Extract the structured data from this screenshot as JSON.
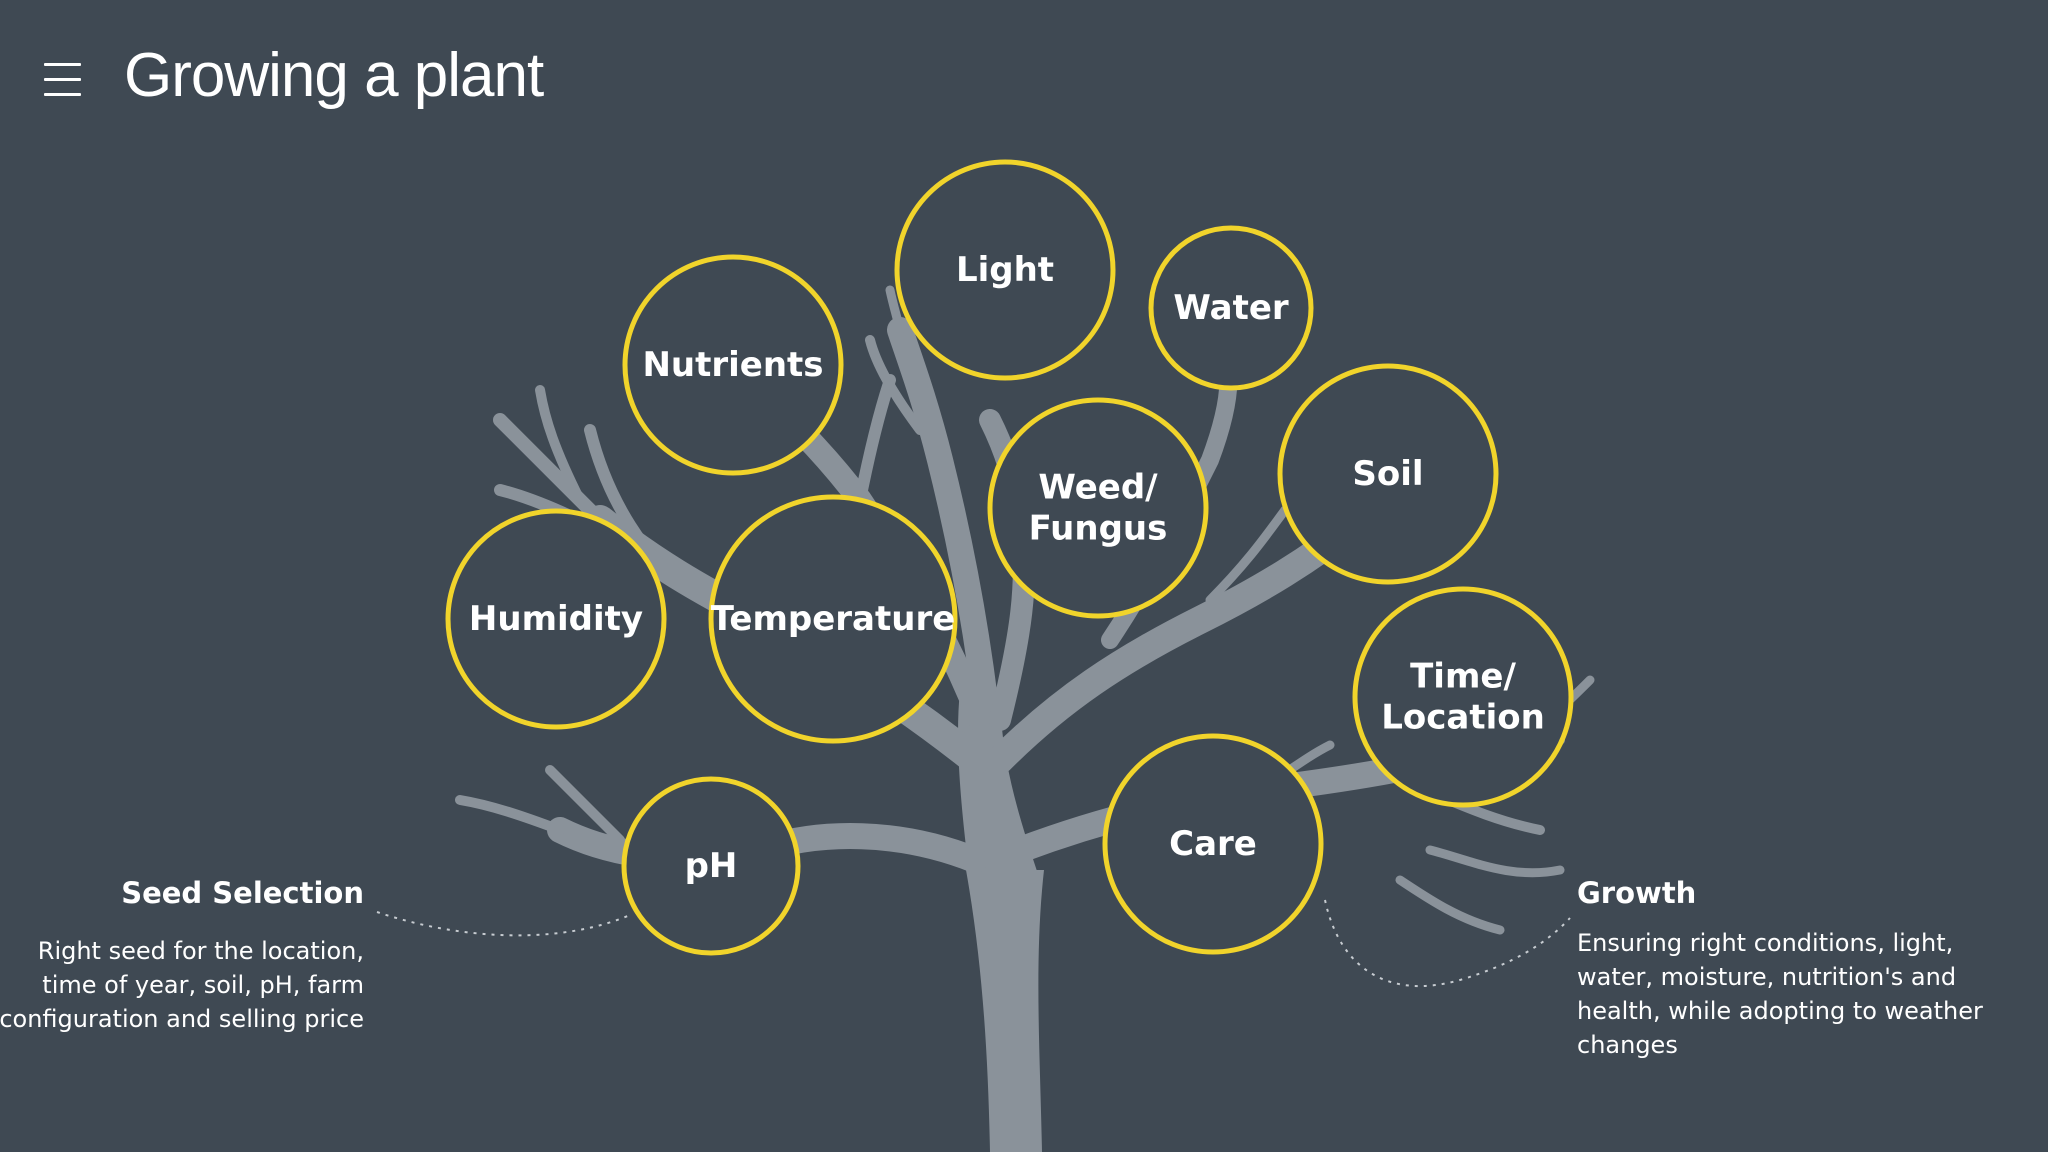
{
  "header": {
    "menu_icon": "hamburger-menu-icon",
    "title": "Growing a plant"
  },
  "diagram": {
    "colors": {
      "background": "#3f4953",
      "tree": "#8a929a",
      "circle_stroke": "#f1d42b",
      "circle_fill": "#3f4953",
      "text": "#ffffff"
    },
    "nodes": [
      {
        "id": "light",
        "lines": [
          "Light"
        ]
      },
      {
        "id": "water",
        "lines": [
          "Water"
        ]
      },
      {
        "id": "nutrients",
        "lines": [
          "Nutrients"
        ]
      },
      {
        "id": "weed-fungus",
        "lines": [
          "Weed/",
          "Fungus"
        ]
      },
      {
        "id": "soil",
        "lines": [
          "Soil"
        ]
      },
      {
        "id": "humidity",
        "lines": [
          "Humidity"
        ]
      },
      {
        "id": "temperature",
        "lines": [
          "Temperature"
        ]
      },
      {
        "id": "time-location",
        "lines": [
          "Time/",
          "Location"
        ]
      },
      {
        "id": "ph",
        "lines": [
          "pH"
        ]
      },
      {
        "id": "care",
        "lines": [
          "Care"
        ]
      }
    ]
  },
  "notes": {
    "seed_selection": {
      "heading": "Seed Selection",
      "body": "Right seed for the location, time of year, soil, pH,  farm configuration and selling price"
    },
    "growth": {
      "heading": "Growth",
      "body": "Ensuring right conditions, light, water, moisture, nutrition's and health, while adopting to weather changes"
    }
  }
}
